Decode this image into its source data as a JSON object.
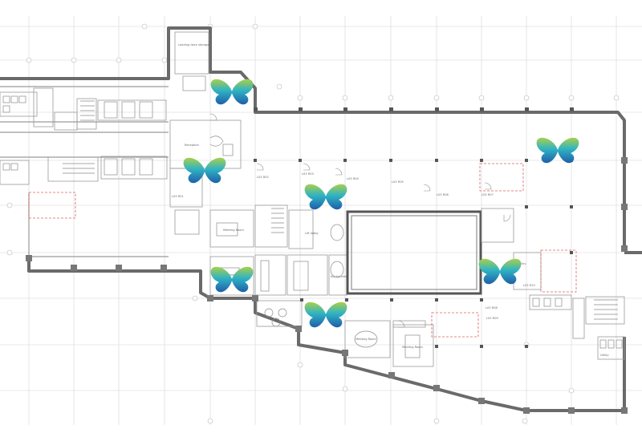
{
  "labels": {
    "top_room": "Loading dock storage",
    "reception": "Reception",
    "lift_lobby": "Lift lobby",
    "meeting_a": "Meeting Room",
    "meeting_b": "Meeting Room",
    "kitchen": "Kitchenette",
    "pantry": "Pantry",
    "meeting_c": "Meeting Room",
    "meeting_d": "Meeting Room",
    "utility": "Utility",
    "tag_1": "L03 R01",
    "tag_2": "L03 R02",
    "tag_3": "L03 R03",
    "tag_4": "L03 R04",
    "tag_5": "L03 R05",
    "tag_6": "L03 R06",
    "tag_7": "L03 R07",
    "tag_8": "L03 R08",
    "tag_9": "L03 R09",
    "tag_10": "L03 R10"
  },
  "markers": {
    "icon": "butterfly-icon",
    "colors": {
      "top": "#a9cf4a",
      "mid": "#2fb3c4",
      "bottom": "#1f5fa8"
    }
  }
}
